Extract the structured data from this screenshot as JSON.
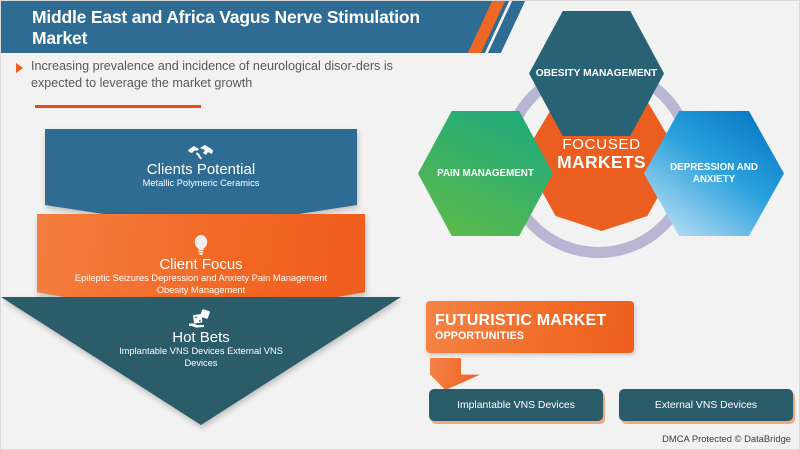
{
  "header": {
    "title": "Middle East and Africa Vagus Nerve Stimulation Market",
    "bullet": "Increasing prevalence and incidence of neurological disor-ders is expected to leverage the market growth",
    "band_color": "#2e6c93",
    "accent_color": "#ef6725"
  },
  "funnel": {
    "segments": [
      {
        "title": "Clients Potential",
        "subtitle": "Metallic  Polymeric  Ceramics",
        "icon": "handshake-icon",
        "color": "#2e6c93"
      },
      {
        "title": "Client Focus",
        "subtitle": "Epileptic Seizures  Depression and Anxiety Pain Management  Obesity Management",
        "icon": "lightbulb-icon",
        "color": "#f26724"
      },
      {
        "title": "Hot Bets",
        "subtitle": "Implantable VNS Devices External VNS Devices",
        "icon": "hand-dice-icon",
        "color": "#2a5c6a"
      }
    ]
  },
  "hexagons": {
    "center_line1": "FOCUSED",
    "center_line2": "MARKETS",
    "center_color": "#ec5d20",
    "ring_color": "#b9b6d4",
    "nodes": [
      {
        "label": "OBESITY MANAGEMENT",
        "color": "#2a6275"
      },
      {
        "label": "PAIN MANAGEMENT",
        "color": "#35b06a"
      },
      {
        "label": "DEPRESSION AND ANXIETY",
        "color": "#29a0db"
      }
    ]
  },
  "futuristic": {
    "line1": "FUTURISTIC MARKET",
    "line2": "OPPORTUNITIES",
    "boxes": [
      "Implantable VNS Devices",
      "External VNS Devices"
    ]
  },
  "footer": {
    "text": "DMCA Protected © DataBridge"
  }
}
